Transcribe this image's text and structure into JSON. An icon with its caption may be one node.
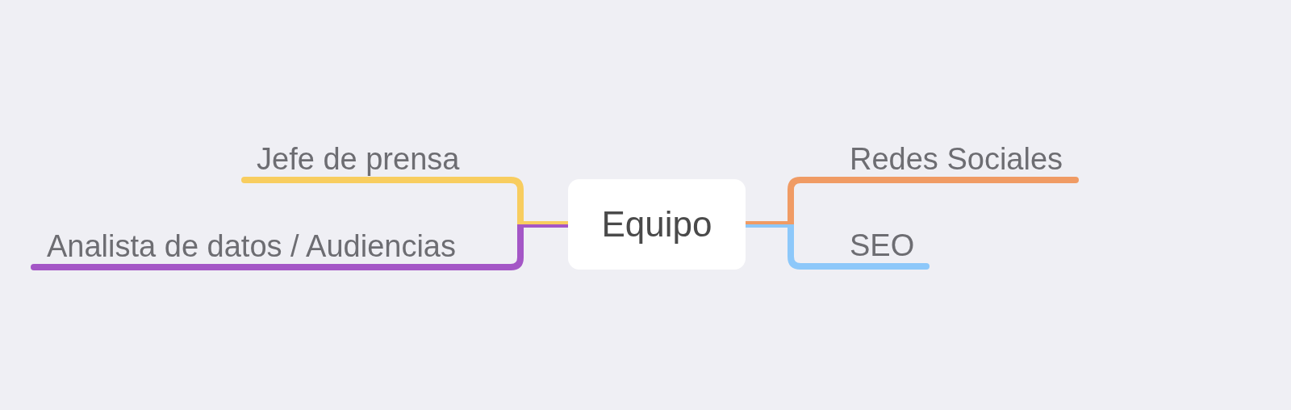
{
  "diagram": {
    "nodes": [
      {
        "text": [
          "Equipo"
        ]
      },
      {
        "text": [
          "Redes Sociales"
        ]
      },
      {
        "text": [
          "SEO"
        ]
      },
      {
        "text": [
          "Jefe de prensa"
        ]
      },
      {
        "text": [
          "Analista de datos / Audiencias"
        ]
      }
    ],
    "edges": [
      {
        "from": 0,
        "to": 1,
        "arrow": "none",
        "color": "#f09b64"
      },
      {
        "from": 0,
        "to": 2,
        "arrow": "none",
        "color": "#8dc8fa"
      },
      {
        "from": 0,
        "to": 4,
        "arrow": "none",
        "color": "#a456c6"
      },
      {
        "from": 0,
        "to": 3,
        "arrow": "none",
        "color": "#f8cd5f"
      }
    ]
  }
}
